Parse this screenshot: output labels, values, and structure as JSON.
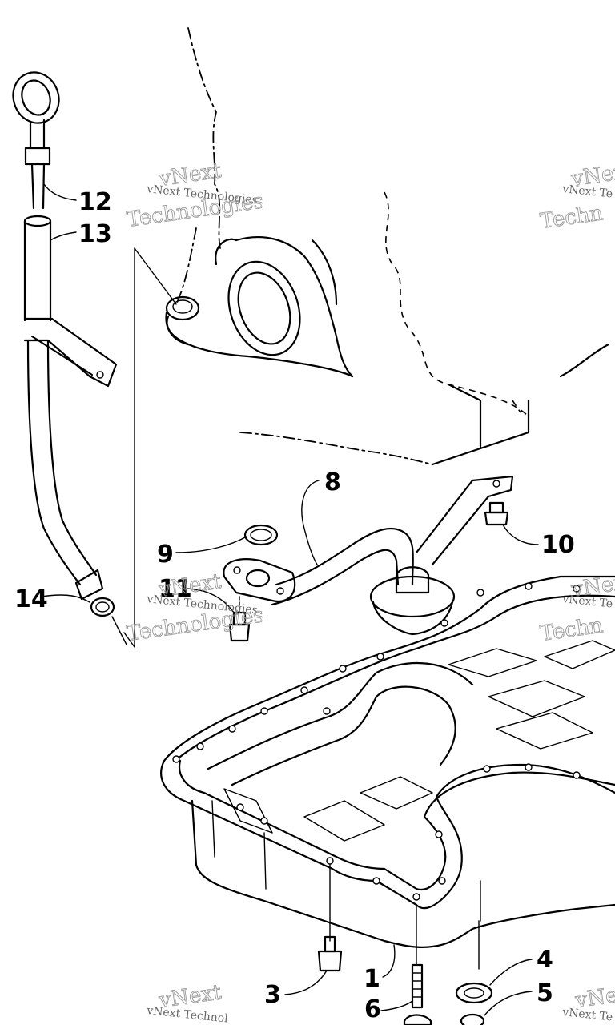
{
  "callouts": {
    "n1": "1",
    "n3": "3",
    "n4": "4",
    "n5": "5",
    "n6": "6",
    "n8": "8",
    "n9": "9",
    "n10": "10",
    "n11": "11",
    "n12": "12",
    "n13": "13",
    "n14": "14"
  },
  "watermark": {
    "line1": "vNext",
    "line2": "Technologies",
    "small": "vNext Technologies",
    "small_cut": "vNext Te",
    "big_cut": "Techn",
    "vnext_cut": "vNext",
    "small_bottom": "vNext Technol"
  }
}
